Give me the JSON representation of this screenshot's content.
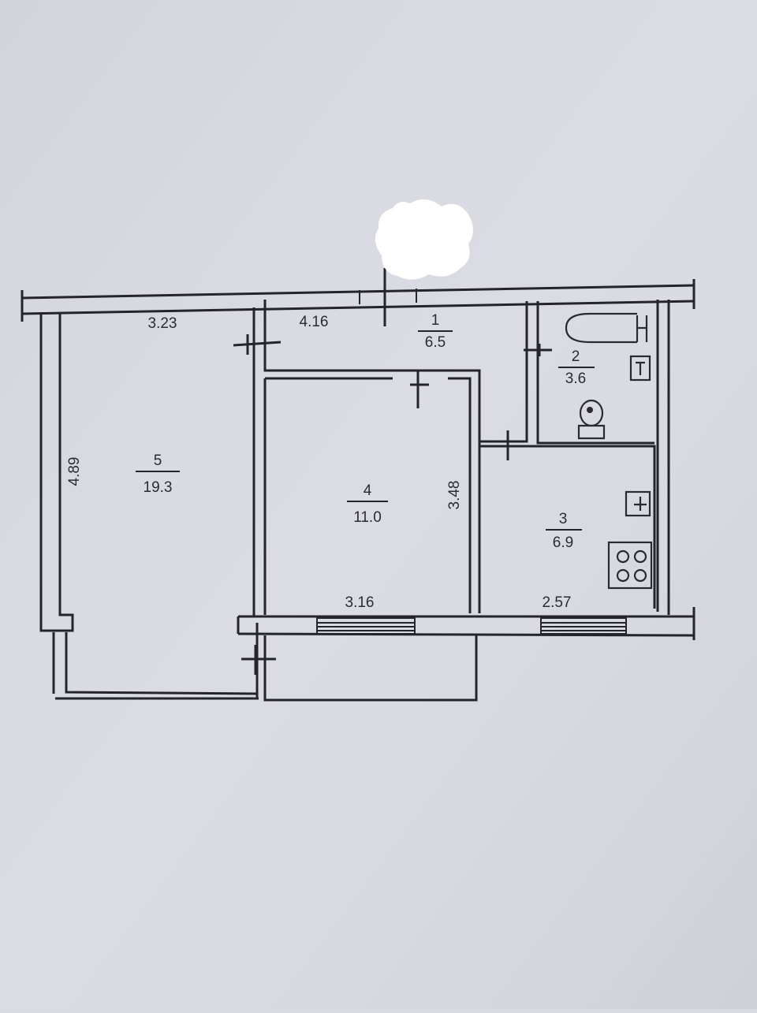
{
  "floor_plan": {
    "rooms": [
      {
        "number": "1",
        "area": "6.5"
      },
      {
        "number": "2",
        "area": "3.6"
      },
      {
        "number": "3",
        "area": "6.9"
      },
      {
        "number": "4",
        "area": "11.0"
      },
      {
        "number": "5",
        "area": "19.3"
      }
    ],
    "dimensions": {
      "room5_width": "3.23",
      "room5_length": "4.89",
      "hall_length": "4.16",
      "room4_width": "3.16",
      "room4_length": "3.48",
      "kitchen_width": "2.57"
    },
    "fixtures": [
      "bathtub-icon",
      "sink-icon",
      "toilet-icon",
      "kitchen-sink-icon",
      "stove-icon"
    ],
    "colors": {
      "background": "#d9d9e1",
      "lines": "#24242a",
      "redaction": "#ffffff"
    }
  }
}
